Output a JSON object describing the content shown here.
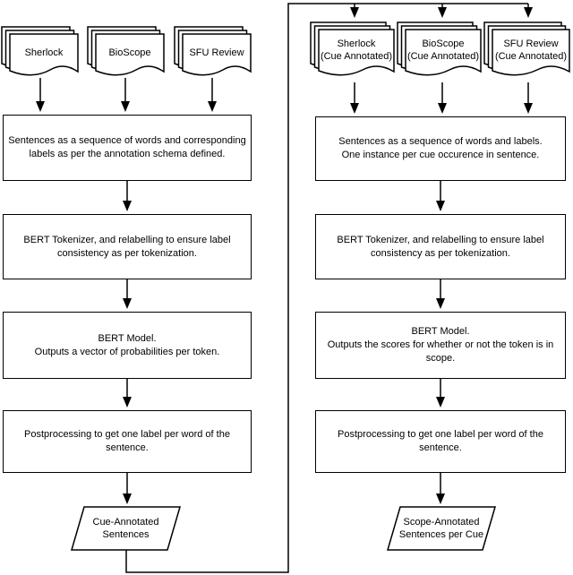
{
  "figure": {
    "background_color": "#ffffff",
    "stroke_color": "#000000",
    "left_pipeline": {
      "datasets": [
        "Sherlock",
        "BioScope",
        "SFU Review"
      ],
      "steps": [
        "Sentences as a sequence of words and corresponding\nlabels as per the annotation schema defined.",
        "BERT Tokenizer, and relabelling to ensure label\nconsistency as per tokenization.",
        "BERT Model.\nOutputs a vector of probabilities per token.",
        "Postprocessing to get one label per word of the\nsentence."
      ],
      "output": "Cue-Annotated\nSentences"
    },
    "right_pipeline": {
      "datasets": [
        "Sherlock\n(Cue Annotated)",
        "BioScope\n(Cue Annotated)",
        "SFU Review\n(Cue Annotated)"
      ],
      "steps": [
        "Sentences as a sequence of words and labels.\nOne instance per cue occurence in sentence.",
        "BERT Tokenizer, and relabelling to ensure label\nconsistency as per tokenization.",
        "BERT Model.\nOutputs the scores for whether or not the token is in\nscope.",
        "Postprocessing to get one label per word of the\nsentence."
      ],
      "output": "Scope-Annotated\nSentences per Cue"
    }
  }
}
